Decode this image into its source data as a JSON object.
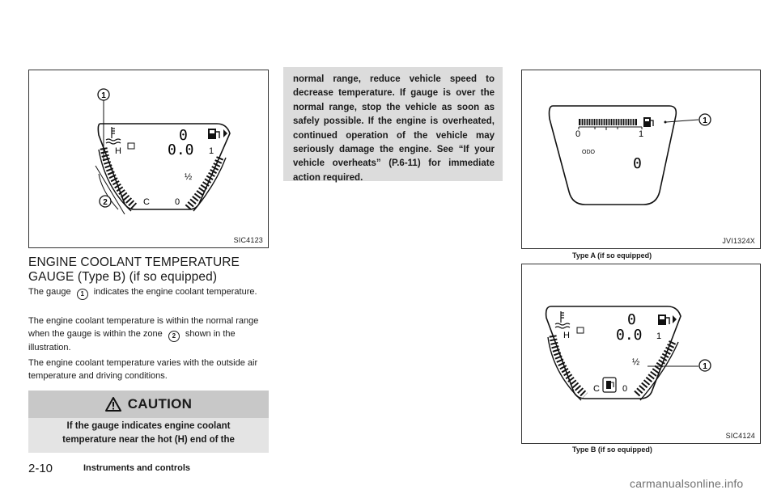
{
  "figures": {
    "fig_left": {
      "code": "SIC4123",
      "callout_1": "1",
      "callout_2": "2",
      "label_h": "H",
      "label_c": "C",
      "label_0": "0",
      "label_half": "½",
      "label_1": "1",
      "digit_top": "0",
      "digit_bottom": "0.0"
    },
    "fig_type_a": {
      "code": "JVI1324X",
      "caption": "Type A (if so equipped)",
      "callout_1": "1",
      "scale_0": "0",
      "scale_1": "1",
      "odo_label": "ODO",
      "odo_value": "0"
    },
    "fig_type_b": {
      "code": "SIC4124",
      "caption": "Type B (if so equipped)",
      "callout_1": "1",
      "label_h": "H",
      "label_c": "C",
      "label_0": "0",
      "label_half": "½",
      "label_1": "1",
      "digit_top": "0",
      "digit_bottom": "0.0"
    }
  },
  "section": {
    "heading": "ENGINE COOLANT TEMPERATURE GAUGE (Type B) (if so equipped)",
    "p1_before": "The gauge",
    "p1_ref": "1",
    "p1_after": "indicates the engine coolant temperature.",
    "p2_before": "The engine coolant temperature is within the normal range when the gauge is within the zone",
    "p2_ref": "2",
    "p2_after": "shown in the illustration.",
    "p3": "The engine coolant temperature varies with the outside air temperature and driving conditions."
  },
  "caution": {
    "title": "CAUTION",
    "line1": "If the gauge indicates engine coolant",
    "line2": "temperature near the hot (H) end of the",
    "continued": "normal range, reduce vehicle speed to decrease temperature. If gauge is over the normal range, stop the vehicle as soon as safely possible. If the engine is overheated, continued operation of the vehicle may seriously damage the engine. See “If your vehicle overheats” (P.6-11) for immediate action required."
  },
  "footer": {
    "page_number": "2-10",
    "section_title": "Instruments and controls",
    "watermark": "carmanualsonline.info"
  }
}
